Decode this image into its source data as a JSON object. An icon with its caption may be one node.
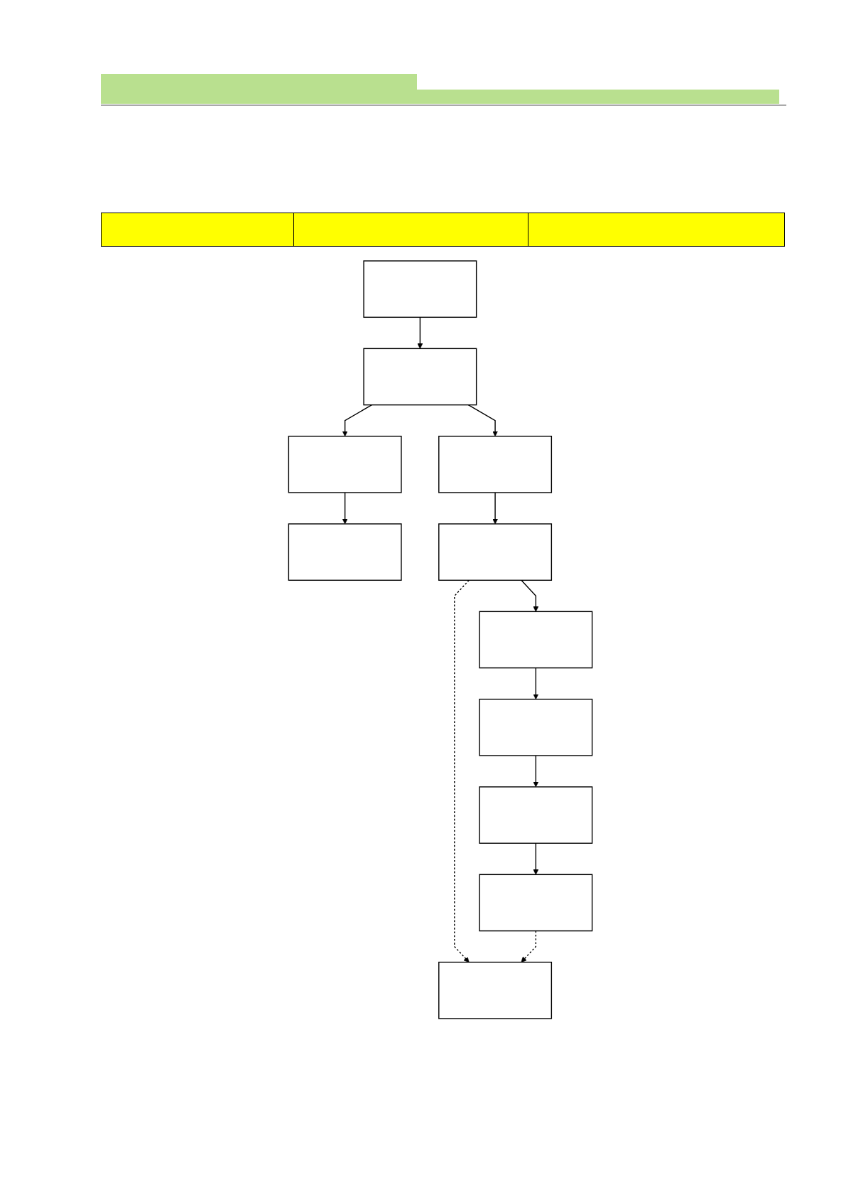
{
  "diagram": {
    "nodes": [
      {
        "text": [],
        "shape": "box"
      },
      {
        "text": [],
        "shape": "box"
      },
      {
        "text": [],
        "shape": "box"
      },
      {
        "text": [],
        "shape": "box"
      },
      {
        "text": [],
        "shape": "box"
      },
      {
        "text": [],
        "shape": "box"
      },
      {
        "text": [],
        "shape": "box"
      },
      {
        "text": [],
        "shape": "box"
      },
      {
        "text": [],
        "shape": "box"
      },
      {
        "text": [],
        "shape": "box"
      },
      {
        "text": [],
        "shape": "box"
      }
    ],
    "edges": [
      {
        "from": 0,
        "to": 3,
        "arrow": "to"
      },
      {
        "from": 3,
        "to": 2,
        "arrow": "to"
      },
      {
        "from": 2,
        "to": 1,
        "arrow": "to"
      },
      {
        "from": 3,
        "to": 4,
        "arrow": "to"
      },
      {
        "from": 4,
        "to": 5,
        "arrow": "to"
      },
      {
        "from": 5,
        "to": 6,
        "arrow": "to"
      },
      {
        "from": 6,
        "to": 8,
        "arrow": "to"
      },
      {
        "from": 5,
        "to": 7,
        "arrow": "to",
        "style": "dashed"
      },
      {
        "from": 9,
        "to": 7,
        "arrow": "to",
        "style": "dashed"
      },
      {
        "from": 10,
        "to": 9,
        "arrow": "to"
      },
      {
        "from": 8,
        "to": 10,
        "arrow": "to"
      }
    ]
  }
}
